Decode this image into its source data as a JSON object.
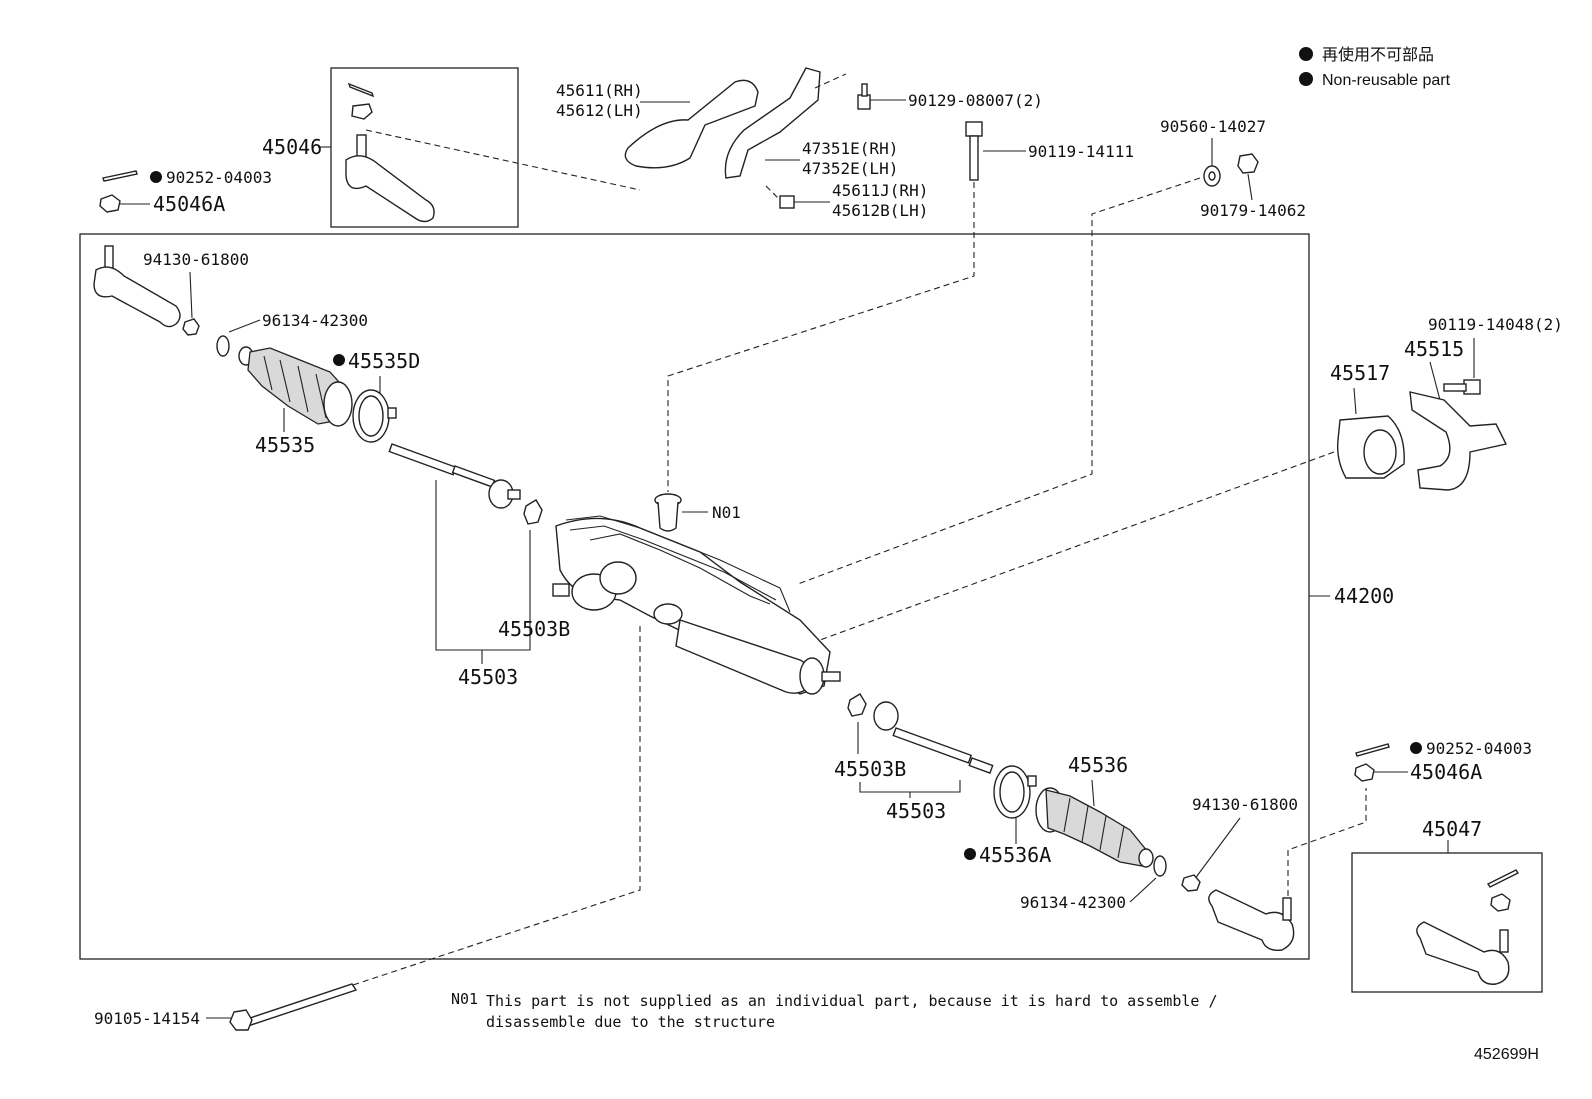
{
  "legend": {
    "jp_text": "再使用不可部品",
    "en_text": "Non-reusable part"
  },
  "labels": {
    "p45046": "45046",
    "p90252_a": "90252-04003",
    "p45046A_a": "45046A",
    "p45611": "45611(RH)",
    "p45612": "45612(LH)",
    "p90129": "90129-08007(2)",
    "p47351E": "47351E(RH)",
    "p47352E": "47352E(LH)",
    "p45611J": "45611J(RH)",
    "p45612B": "45612B(LH)",
    "p90119_14111": "90119-14111",
    "p90560": "90560-14027",
    "p90179": "90179-14062",
    "p94130_a": "94130-61800",
    "p96134_a": "96134-42300",
    "p45535D": "45535D",
    "p45535": "45535",
    "pN01": "N01",
    "p45503B_a": "45503B",
    "p45503_a": "45503",
    "p90119_14048": "90119-14048(2)",
    "p45515": "45515",
    "p45517": "45517",
    "p44200": "44200",
    "p45503B_b": "45503B",
    "p45503_b": "45503",
    "p45536": "45536",
    "p45536A": "45536A",
    "p96134_b": "96134-42300",
    "p94130_b": "94130-61800",
    "p90252_b": "90252-04003",
    "p45046A_b": "45046A",
    "p45047": "45047",
    "p90105": "90105-14154"
  },
  "note": {
    "code": "N01",
    "line1": "This part is not supplied as an individual part, because it is hard to assemble /",
    "line2": "disassemble due to the structure"
  },
  "diagram_id": "452699H"
}
